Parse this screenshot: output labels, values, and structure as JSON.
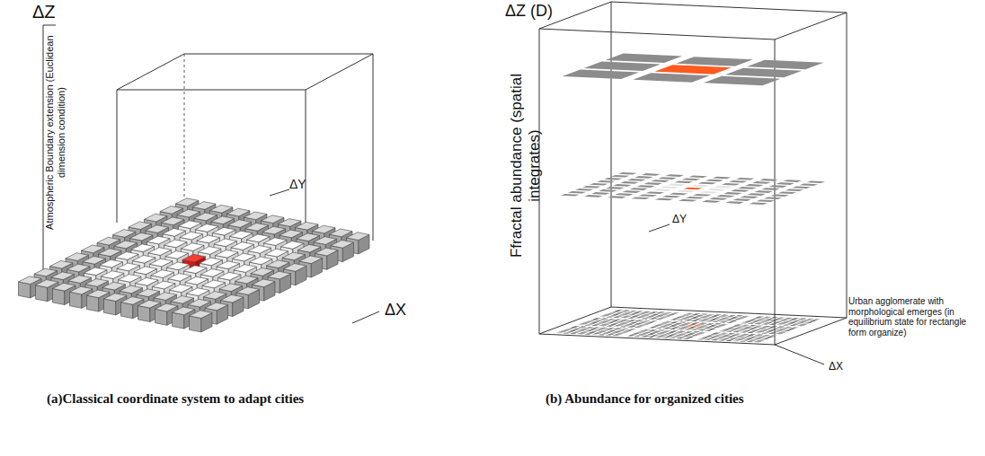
{
  "diagram": {
    "labels": [
      "ΔZ",
      "Atmospheric Boundary extension (Euclidean dimension condition)",
      "ΔY",
      "ΔX",
      "ΔZ (D)",
      "Ffractal abundance (spatial integrates)",
      "ΔY",
      "ΔX",
      "Urban agglomerate with morphological emerges (in equilibrium state for rectangle form organize)",
      "(a)Classical coordinate system to adapt cities",
      "(b) Abundance for organized cities"
    ]
  }
}
